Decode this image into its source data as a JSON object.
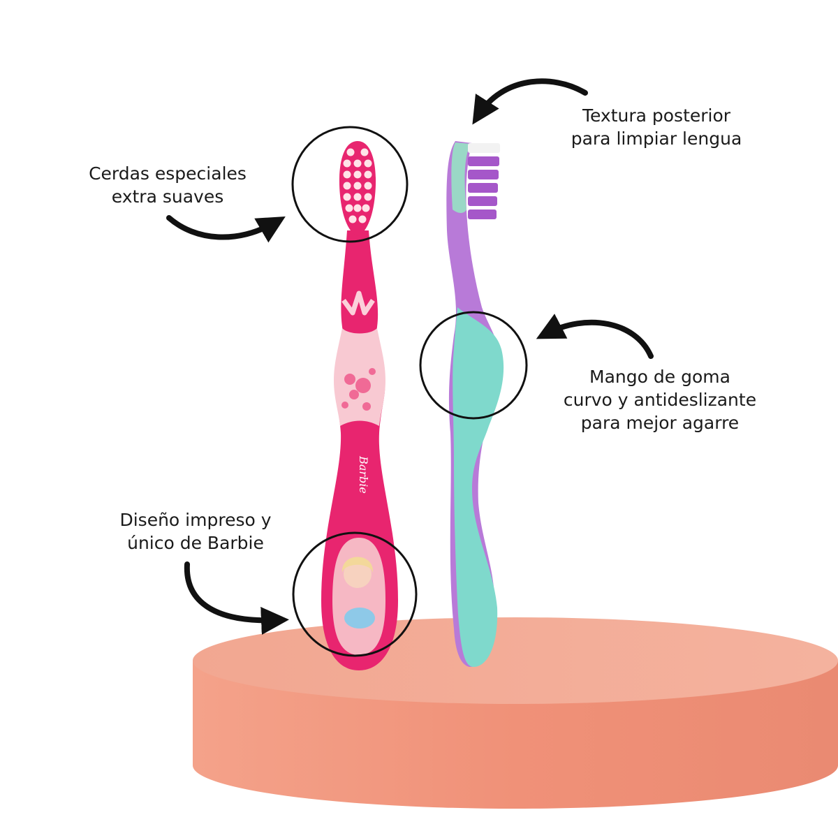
{
  "callouts": {
    "bristles": {
      "line1": "Cerdas especiales",
      "line2": "extra suaves"
    },
    "tongue_texture": {
      "line1": "Textura posterior",
      "line2": "para limpiar lengua"
    },
    "grip": {
      "line1": "Mango de goma",
      "line2": "curvo y antideslizante",
      "line3": "para mejor agarre"
    },
    "print": {
      "line1": "Diseño impreso y",
      "line2": "único de Barbie"
    }
  },
  "product": {
    "handle_text": "Barbie",
    "colors": {
      "front_pink": "#e8256f",
      "front_light_pink": "#f8c9d2",
      "side_purple": "#b87ad8",
      "side_mint": "#7fd9cc",
      "bristle_purple": "#a557c9",
      "pedestal": "#f19a82"
    }
  }
}
